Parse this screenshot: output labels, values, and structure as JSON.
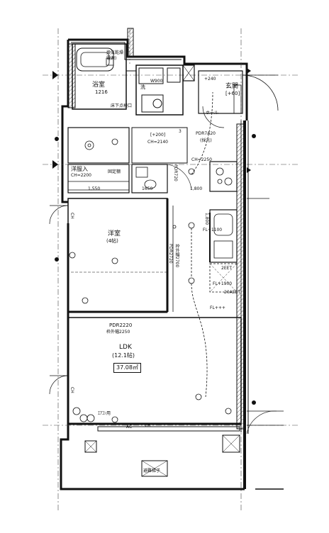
{
  "rooms": {
    "bath": {
      "name": "浴室",
      "size": "1216"
    },
    "entrance": {
      "name": "玄関",
      "level": "[+60]"
    },
    "western_room": {
      "name": "洋室",
      "tatami": "(4帖)"
    },
    "ldk": {
      "name": "LDK",
      "tatami": "(12.1帖)",
      "area": "37.08㎡"
    },
    "closet": {
      "name": "洋服入"
    }
  },
  "labels": {
    "ventilator": "換気乾燥",
    "ventilator2": "電源)",
    "floor_hatch": "床下点検口",
    "wm": "W900",
    "toilet_wash": "洗",
    "fixed_shelf": "固定棚",
    "aircon": "ｴｱｺﾝ用",
    "evac_ladder": "避難梯子",
    "door_pdr2720": "PDR2720",
    "door_pdr2720_note": "枠外幅2700",
    "door_pdr2220": "PDR2220",
    "door_pdr2220_note": "枠外幅2250",
    "door_pdr7a20": "PDR7A20",
    "door_pdr7a20_note": "(採光)",
    "door_pdr720": "PDR720",
    "ch2140": "CH=2140",
    "ch2200": "CH=2200",
    "ch2250": "CH=2250",
    "lvl200": "[+200]",
    "lvl240": "+240",
    "fl1100": "FL+1100",
    "fl1900": "FL+1900",
    "flxxxx": "FL+++",
    "dim1550": "1,550",
    "dim1800": "1,800",
    "dim1800v": "1,800",
    "dim1650": "1650",
    "ee2": "2EET",
    "ee20": "20AEET",
    "ch": "CH",
    "ac": "AC",
    "cr": "CR",
    "hall": "ホール",
    "num3": "3"
  },
  "colors": {
    "line": "#111111",
    "thin": "#444444",
    "hatch": "#555555"
  }
}
